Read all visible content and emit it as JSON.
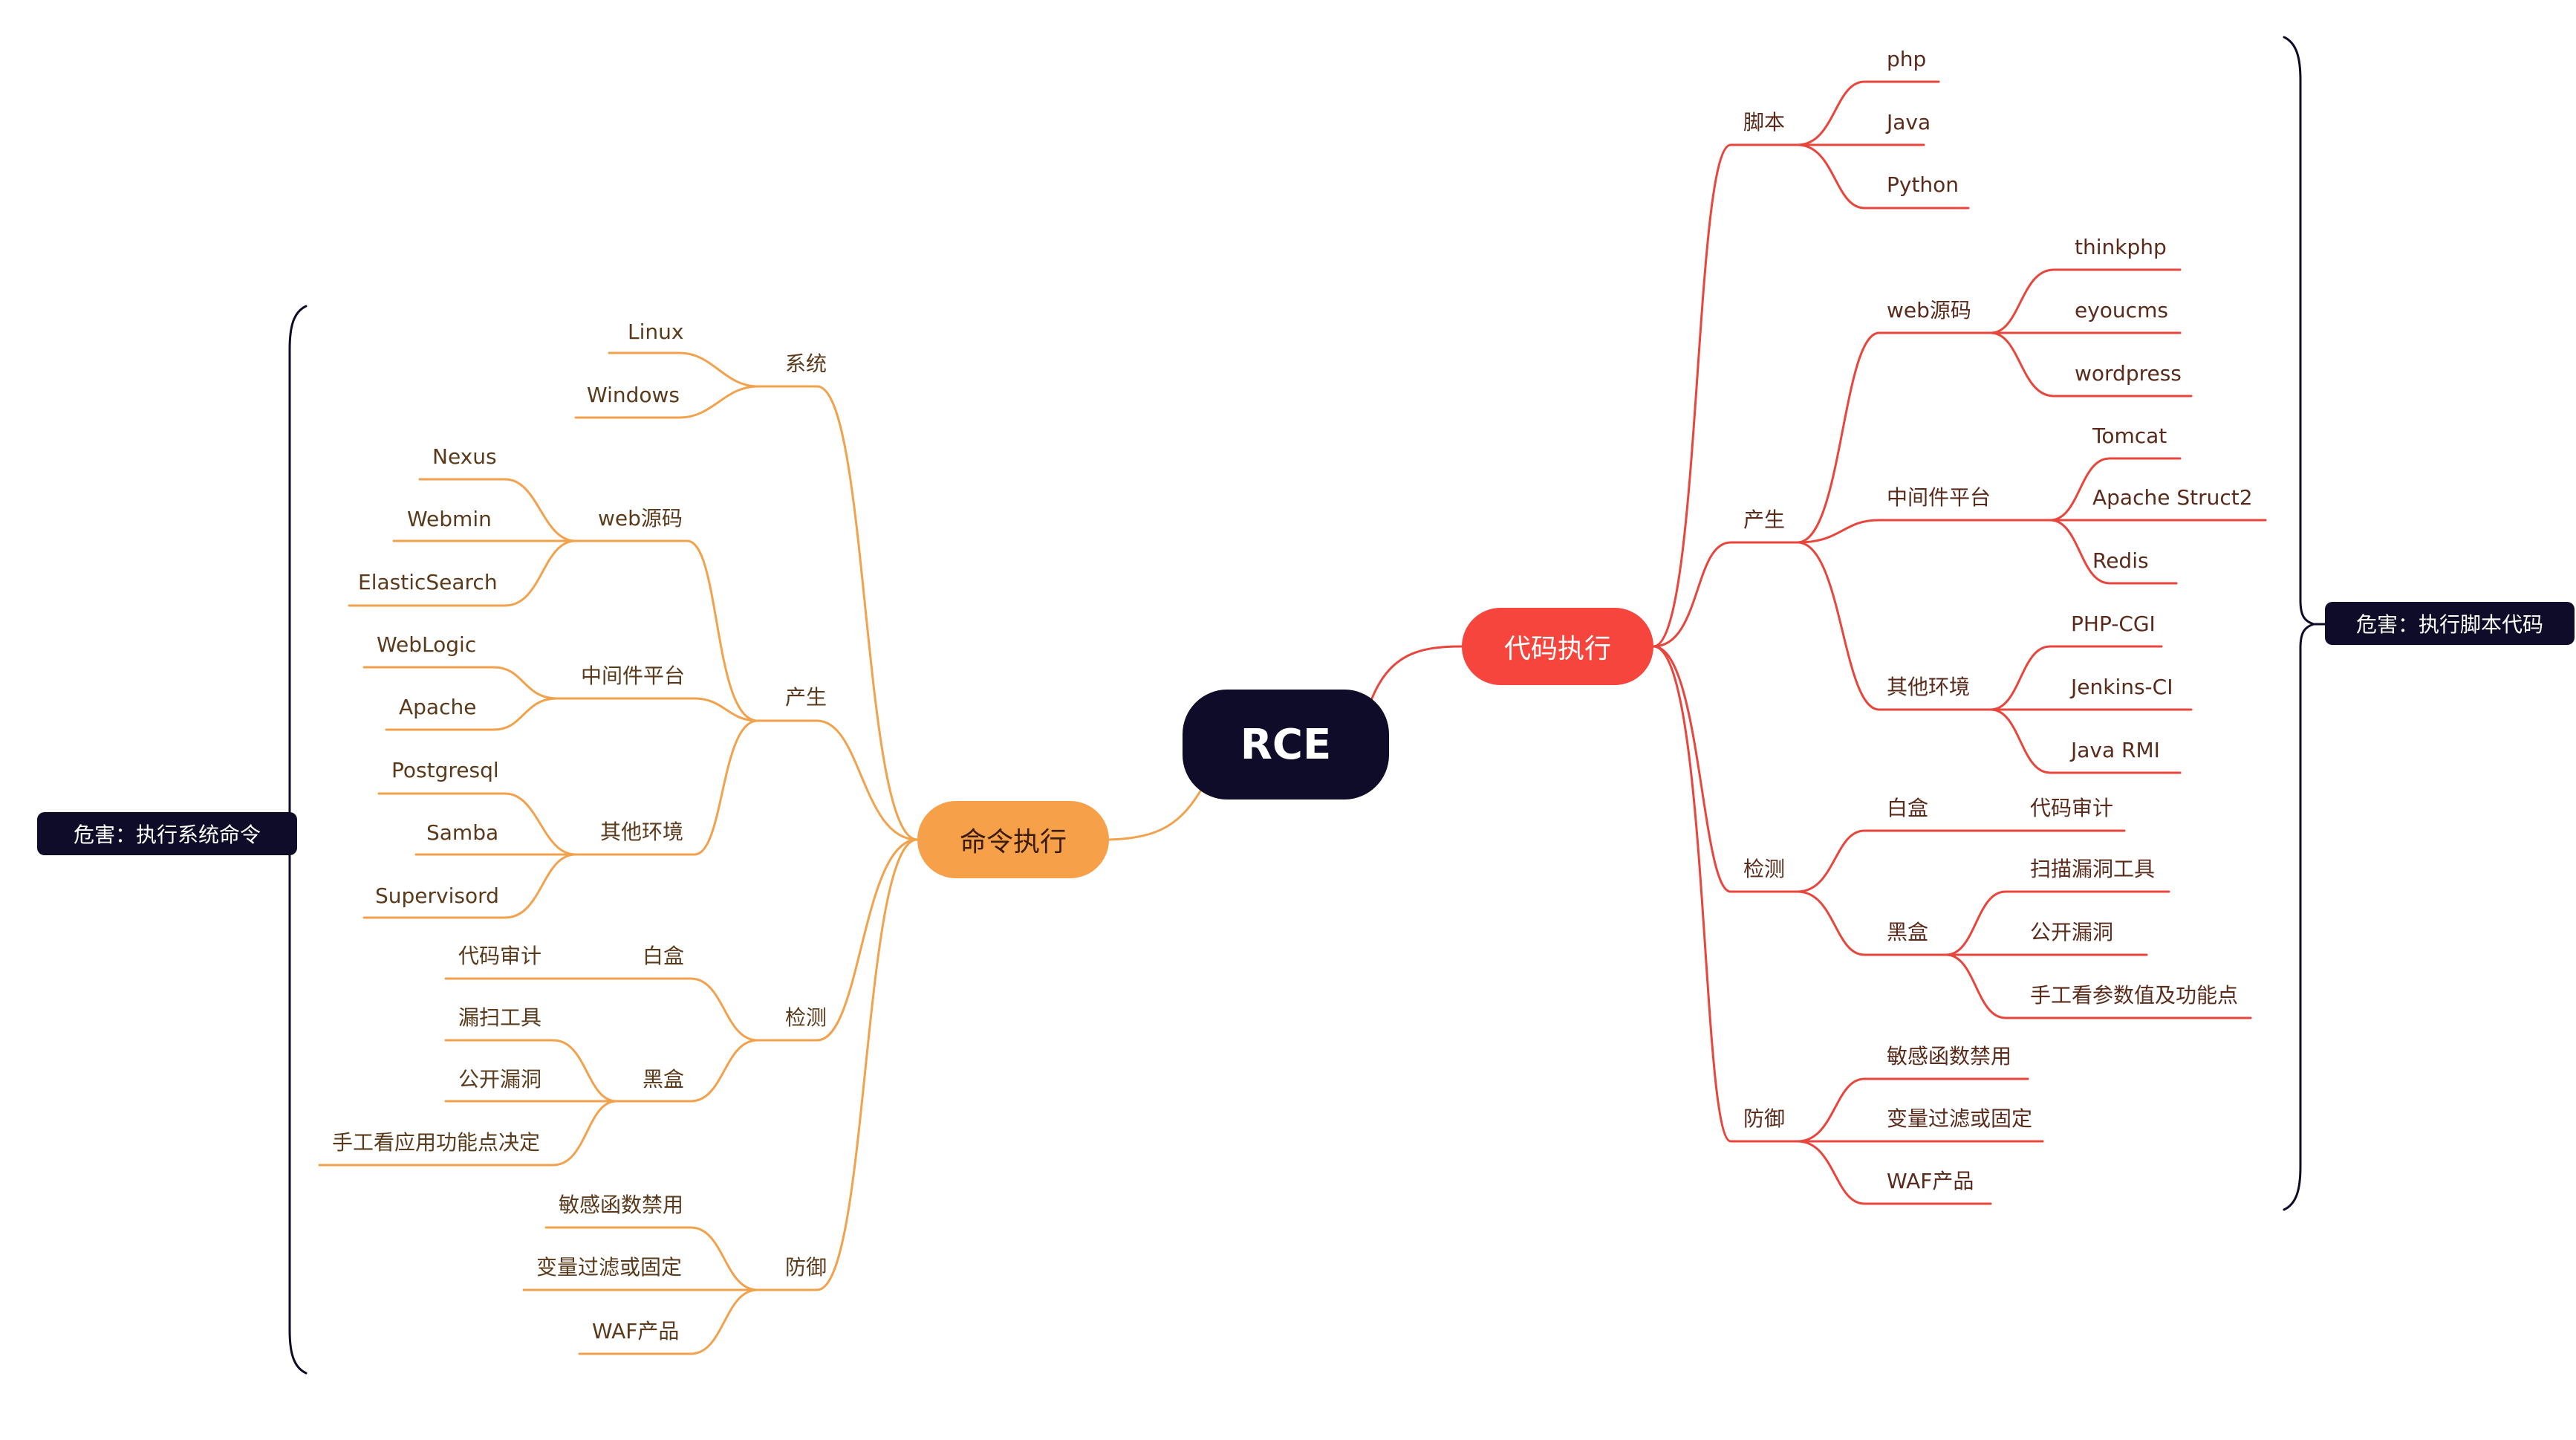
{
  "root": {
    "label": "RCE"
  },
  "colors": {
    "left": "#f2a24d",
    "right": "#e8453c",
    "dark": "#0f0c2a"
  },
  "left": {
    "label": "命令执行",
    "note": "危害：执行系统命令",
    "branches": {
      "system": {
        "label": "系统",
        "items": [
          "Linux",
          "Windows"
        ]
      },
      "produce": {
        "label": "产生",
        "web": {
          "label": "web源码",
          "items": [
            "Nexus",
            "Webmin",
            "ElasticSearch"
          ]
        },
        "middleware": {
          "label": "中间件平台",
          "items": [
            "WebLogic",
            "Apache"
          ]
        },
        "other": {
          "label": "其他环境",
          "items": [
            "Postgresql",
            "Samba",
            "Supervisord"
          ]
        }
      },
      "detect": {
        "label": "检测",
        "white": {
          "label": "白盒",
          "items": [
            "代码审计"
          ]
        },
        "black": {
          "label": "黑盒",
          "items": [
            "漏扫工具",
            "公开漏洞",
            "手工看应用功能点决定"
          ]
        }
      },
      "defense": {
        "label": "防御",
        "items": [
          "敏感函数禁用",
          "变量过滤或固定",
          "WAF产品"
        ]
      }
    }
  },
  "right": {
    "label": "代码执行",
    "note": "危害：执行脚本代码",
    "branches": {
      "script": {
        "label": "脚本",
        "items": [
          "php",
          "Java",
          "Python"
        ]
      },
      "produce": {
        "label": "产生",
        "web": {
          "label": "web源码",
          "items": [
            "thinkphp",
            "eyoucms",
            "wordpress"
          ]
        },
        "middleware": {
          "label": "中间件平台",
          "items": [
            "Tomcat",
            "Apache Struct2",
            "Redis"
          ]
        },
        "other": {
          "label": "其他环境",
          "items": [
            "PHP-CGI",
            "Jenkins-CI",
            "Java RMI"
          ]
        }
      },
      "detect": {
        "label": "检测",
        "white": {
          "label": "白盒",
          "items": [
            "代码审计"
          ]
        },
        "black": {
          "label": "黑盒",
          "items": [
            "扫描漏洞工具",
            "公开漏洞",
            "手工看参数值及功能点"
          ]
        }
      },
      "defense": {
        "label": "防御",
        "items": [
          "敏感函数禁用",
          "变量过滤或固定",
          "WAF产品"
        ]
      }
    }
  }
}
